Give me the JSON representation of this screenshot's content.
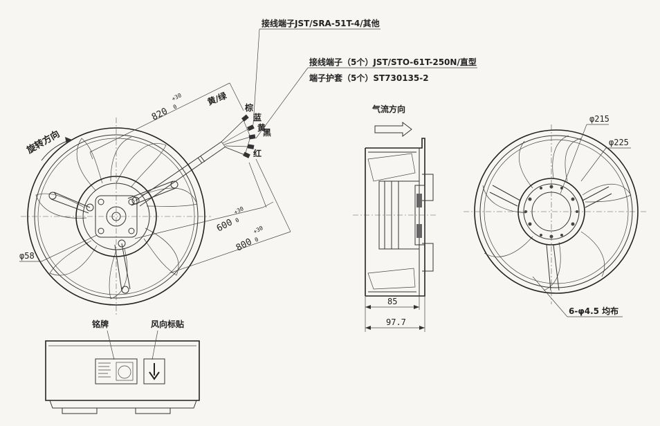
{
  "notes": {
    "connector_a": "接线端子JST/SRA-51T-4/其他",
    "connector_b": "接线端子（5个）JST/STO-61T-250N/直型",
    "terminal_cover": "端子护套（5个）ST730135-2",
    "rotation": "旋转方向",
    "airflow": "气流方向",
    "wire_yellow_green": "黄/绿",
    "wire_brown": "棕",
    "wire_blue": "蓝",
    "wire_yellow": "黄",
    "wire_black": "黑",
    "wire_red": "红",
    "nameplate": "铭牌",
    "airflow_label": "风向标贴",
    "holes": "6-φ4.5 均布"
  },
  "dimensions": {
    "lead_820": "820",
    "lead_600": "600",
    "lead_800": "800",
    "tol_plus": "+30",
    "tol_zero": "0",
    "hub_dia": "φ58",
    "dia_215": "φ215",
    "dia_225": "φ225",
    "depth_85": "85",
    "depth_977": "97.7"
  }
}
